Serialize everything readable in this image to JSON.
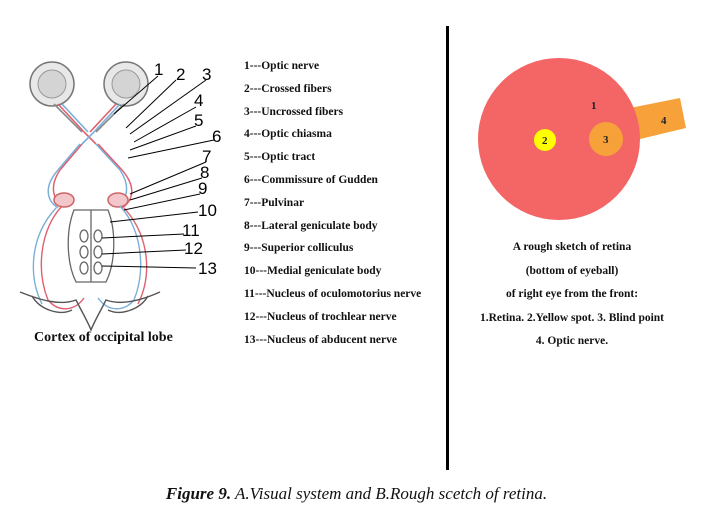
{
  "panel_a": {
    "legend": [
      "1---Optic nerve",
      "2---Crossed fibers",
      "3---Uncrossed fibers",
      "4---Optic chiasma",
      "5---Optic tract",
      "6---Commissure of Gudden",
      "7---Pulvinar",
      "8---Lateral geniculate body",
      "9---Superior colliculus",
      "10---Medial geniculate body",
      "11---Nucleus of oculomotorius nerve",
      "12---Nucleus of trochlear nerve",
      "13---Nucleus of abducent nerve"
    ],
    "callout_numbers": [
      "1",
      "2",
      "3",
      "4",
      "5",
      "6",
      "7",
      "8",
      "9",
      "10",
      "11",
      "12",
      "13"
    ],
    "cortex_label": "Cortex of occipital lobe"
  },
  "panel_b": {
    "retina_labels": [
      "1",
      "2",
      "3",
      "4"
    ],
    "caption_lines": [
      "A rough sketch of retina",
      "(bottom of eyeball)",
      "of right eye from the front:",
      "1.Retina. 2.Yellow spot. 3. Blind point",
      "4. Optic nerve."
    ],
    "colors": {
      "retina": "#f46666",
      "yellow_spot": "#ffff00",
      "blind_point": "#f7a13a",
      "optic_nerve": "#f7a13a"
    }
  },
  "figure_caption": {
    "prefix": "Figure 9.",
    "text": " A.Visual system and B.Rough scetch of retina."
  }
}
